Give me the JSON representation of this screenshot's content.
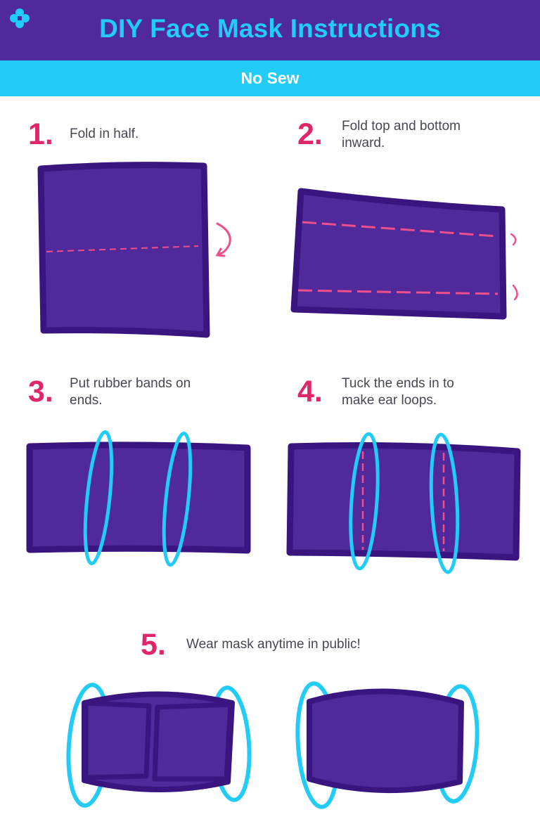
{
  "header": {
    "title": "DIY Face Mask Instructions",
    "subtitle": "No Sew",
    "logo_icon": "cross-plus-icon"
  },
  "colors": {
    "header_bg": "#50299b",
    "accent_blue": "#22ccf7",
    "accent_pink": "#e0266a",
    "fabric": "#50299b",
    "fabric_edge": "#3a1580",
    "text": "#4a4553"
  },
  "steps": [
    {
      "number": "1.",
      "text_lines": [
        "Fold in half."
      ]
    },
    {
      "number": "2.",
      "text_lines": [
        "Fold top and bottom",
        "inward."
      ]
    },
    {
      "number": "3.",
      "text_lines": [
        "Put rubber bands on",
        "ends."
      ]
    },
    {
      "number": "4.",
      "text_lines": [
        "Tuck the ends in to",
        "make ear loops."
      ]
    },
    {
      "number": "5.",
      "text_lines": [
        "Wear mask anytime in public!"
      ]
    }
  ]
}
